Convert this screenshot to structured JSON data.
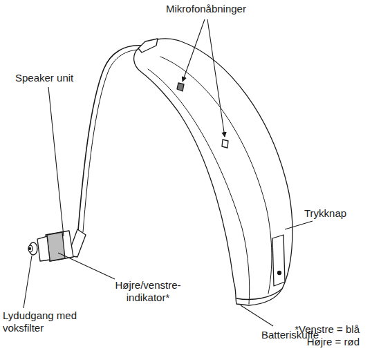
{
  "diagram": {
    "labels": [
      "Mikrofonåbninger",
      "Speaker unit",
      "Trykknap",
      "Højre/venstre- indikator*",
      "Batteriskuffe",
      "Lydudgang med voksfilter",
      "*Venstre = blå",
      "Højre = rød"
    ]
  }
}
